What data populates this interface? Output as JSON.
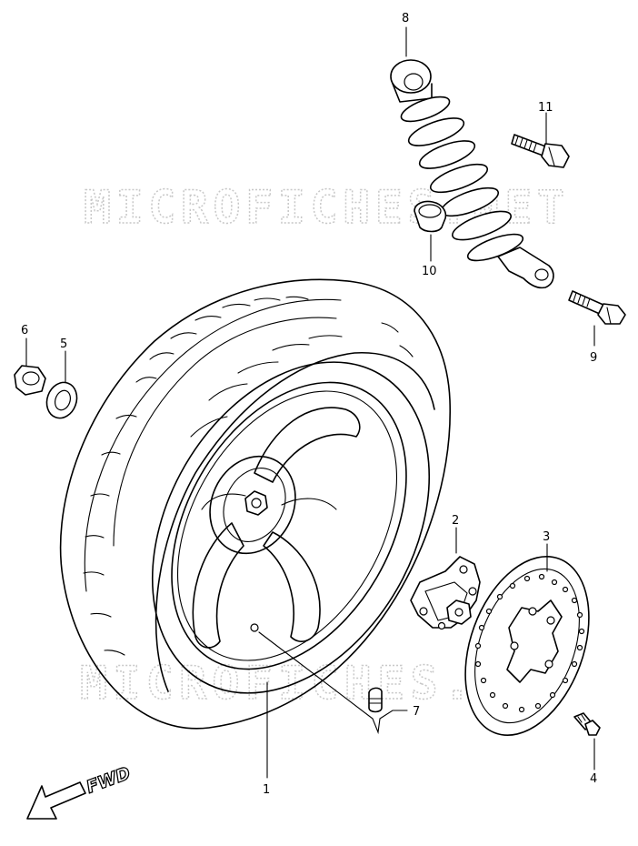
{
  "callouts": {
    "p1": "1",
    "p2": "2",
    "p3": "3",
    "p4": "4",
    "p5": "5",
    "p6": "6",
    "p7": "7",
    "p8": "8",
    "p9": "9",
    "p10": "10",
    "p11": "11"
  },
  "direction_label": "FWD",
  "watermarks": {
    "top": "MICROFICHES.NET",
    "bottom": "MICROFICHES.NET"
  },
  "colors": {
    "line": "#000000",
    "background": "#ffffff",
    "watermark": "#c8c8c8"
  }
}
